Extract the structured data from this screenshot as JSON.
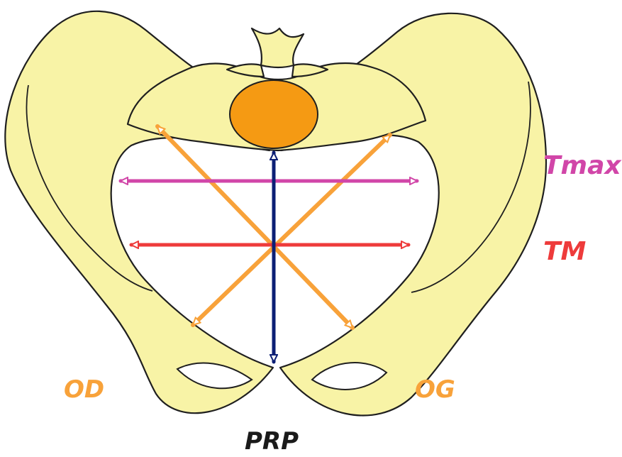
{
  "labels": {
    "tmax": "Tmax",
    "tm": "TM",
    "od": "OD",
    "og": "OG",
    "prp": "PRP"
  },
  "colors": {
    "bone": "#f8f3a6",
    "outline": "#1f1f1f",
    "sacrum": "#f59a13",
    "transverse_max": "#d146a8",
    "transverse_median": "#ee3b3b",
    "oblique": "#f8a23a",
    "anteroposterior": "#0c1f75"
  }
}
